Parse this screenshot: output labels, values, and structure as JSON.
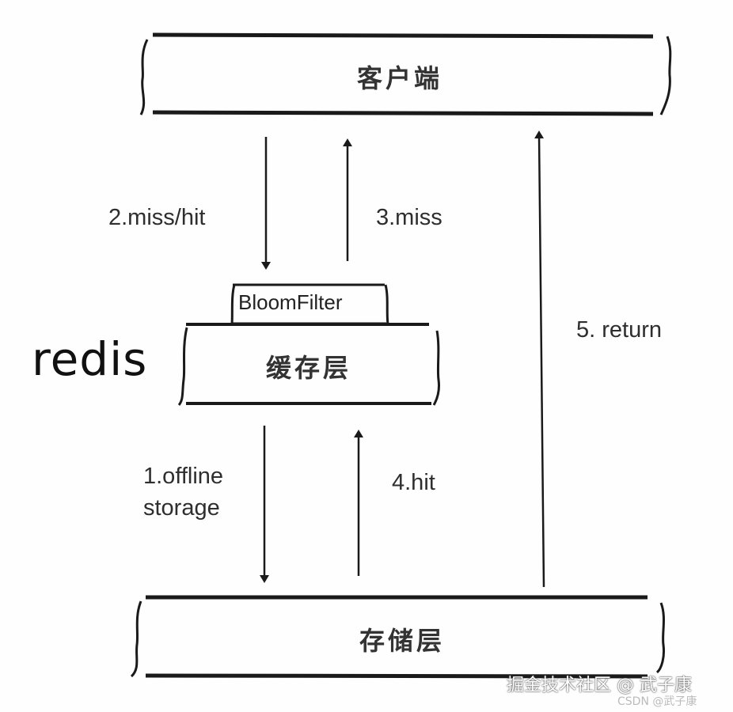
{
  "diagram": {
    "layers": {
      "client": {
        "label": "客户端"
      },
      "cache": {
        "label": "缓存层",
        "side_label": "redis"
      },
      "bloom_filter": {
        "label": "BloomFilter"
      },
      "storage": {
        "label": "存储层"
      }
    },
    "arrows": [
      {
        "id": "miss-hit",
        "label": "2.miss/hit",
        "from": "client",
        "to": "cache",
        "direction": "down"
      },
      {
        "id": "miss",
        "label": "3.miss",
        "from": "cache",
        "to": "client",
        "direction": "up"
      },
      {
        "id": "offline-storage",
        "label_line1": "1.offline",
        "label_line2": "storage",
        "from": "cache",
        "to": "storage",
        "direction": "down"
      },
      {
        "id": "hit",
        "label": "4.hit",
        "from": "storage",
        "to": "cache",
        "direction": "up"
      },
      {
        "id": "return",
        "label": "5. return",
        "from": "storage",
        "to": "client",
        "direction": "up"
      }
    ],
    "colors": {
      "line": "#1a1a1a",
      "text": "#2a2a2a",
      "background": "#fefefe"
    }
  },
  "watermark": {
    "main": "掘金技术社区 @ 武子康",
    "sub": "CSDN @武子康"
  }
}
